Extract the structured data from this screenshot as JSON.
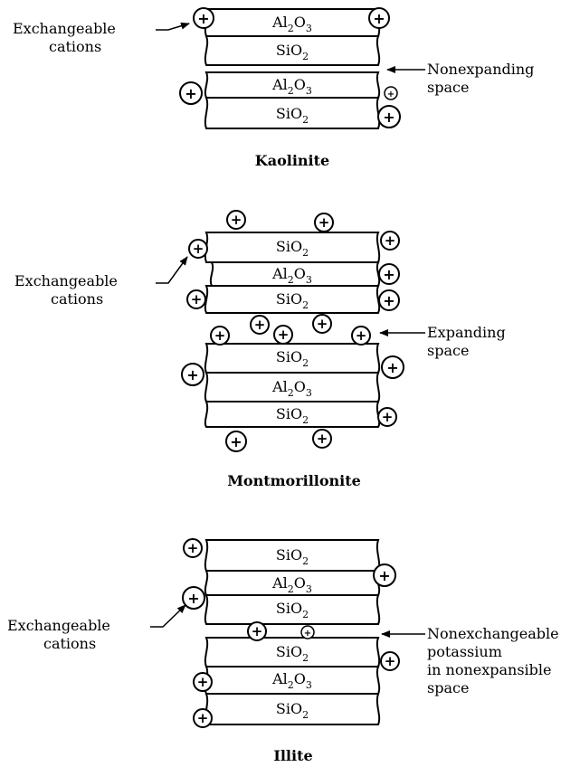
{
  "title": "",
  "layer_text": {
    "sio2_base": "SiO",
    "sio2_sub": "2",
    "al2o3_pre": "Al",
    "al2o3_sub1": "2",
    "al2o3_mid": "O",
    "al2o3_sub2": "3"
  },
  "cation_symbol": "+",
  "panels": [
    {
      "id": "kaolinite",
      "caption": "Kaolinite",
      "left_label": [
        "Exchangeable",
        "cations"
      ],
      "right_label": [
        "Nonexpanding",
        "space"
      ],
      "stack": [
        [
          "Al2O3",
          "SiO2"
        ],
        [
          "Al2O3",
          "SiO2"
        ]
      ]
    },
    {
      "id": "montmorillonite",
      "caption": "Montmorillonite",
      "left_label": [
        "Exchangeable",
        "cations"
      ],
      "right_label": [
        "Expanding",
        "space"
      ],
      "stack": [
        [
          "SiO2",
          "Al2O3",
          "SiO2"
        ],
        [
          "SiO2",
          "Al2O3",
          "SiO2"
        ]
      ]
    },
    {
      "id": "illite",
      "caption": "Illite",
      "left_label": [
        "Exchangeable",
        "cations"
      ],
      "right_label": [
        "Nonexchangeable",
        "potassium",
        "in nonexpansible",
        "space"
      ],
      "stack": [
        [
          "SiO2",
          "Al2O3",
          "SiO2"
        ],
        [
          "SiO2",
          "Al2O3",
          "SiO2"
        ]
      ]
    }
  ]
}
